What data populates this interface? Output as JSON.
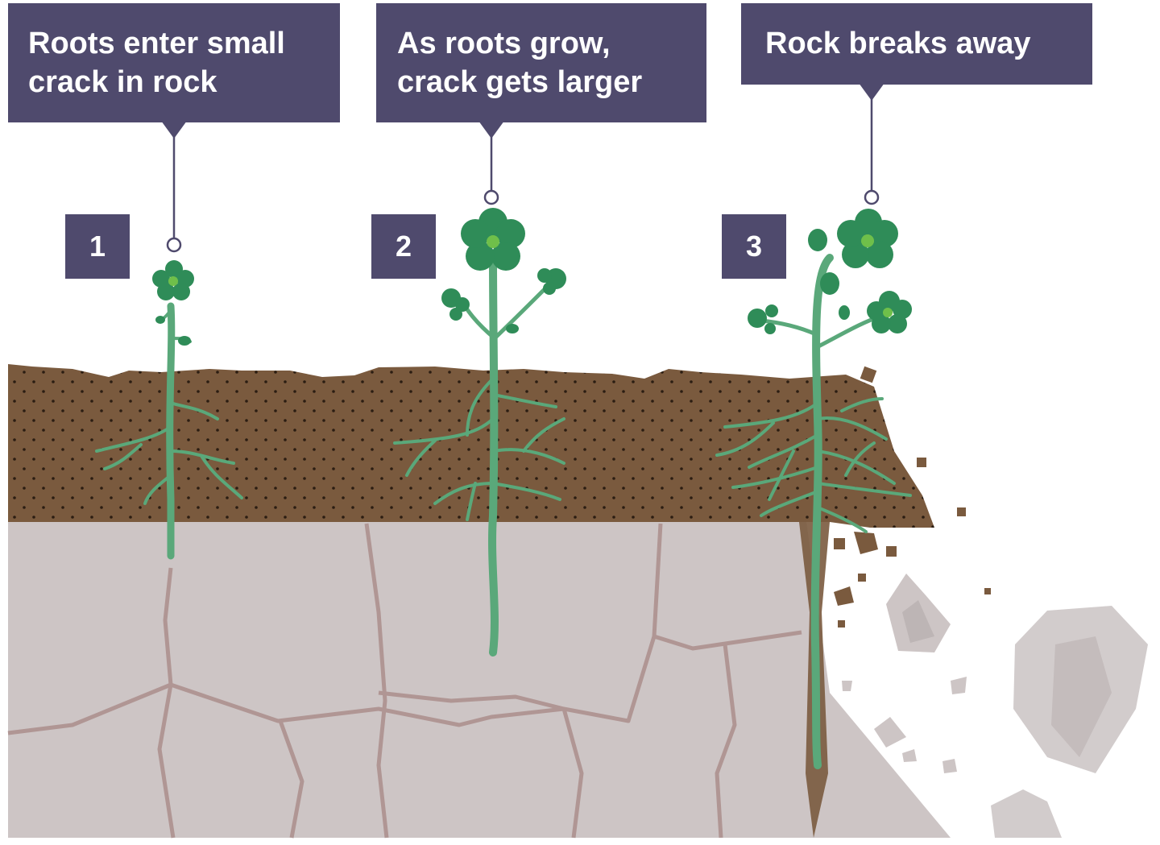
{
  "colors": {
    "label_bg": "#4f4a6d",
    "soil": "#7a5a3e",
    "rock": "#cdc5c5",
    "crack": "#b09694",
    "plant_stem": "#5aa87a",
    "flower": "#2f8c58",
    "debris": "#7a5a3e",
    "falling_rock": "#d2cccc"
  },
  "steps": [
    {
      "number": "1",
      "label": "Roots enter small\ncrack in rock"
    },
    {
      "number": "2",
      "label": "As roots grow,\ncrack gets larger"
    },
    {
      "number": "3",
      "label": "Rock breaks away"
    }
  ]
}
